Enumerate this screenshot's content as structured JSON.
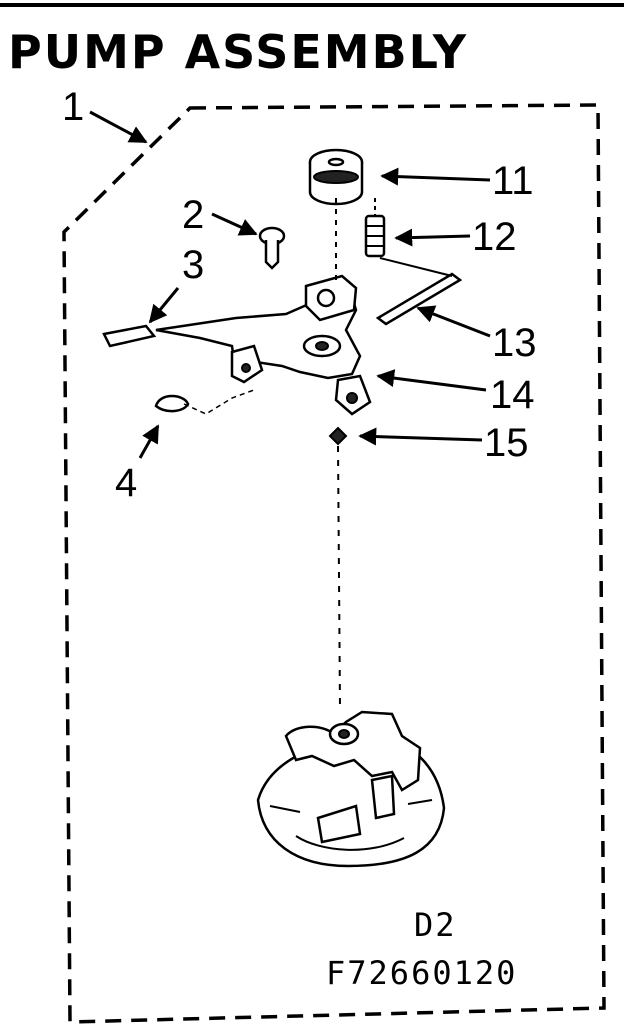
{
  "diagram": {
    "title": "PUMP ASSEMBLY",
    "callouts": {
      "c1": "1",
      "c2": "2",
      "c3": "3",
      "c4": "4",
      "c11": "11",
      "c12": "12",
      "c13": "13",
      "c14": "14",
      "c15": "15"
    },
    "figure_id": "D2",
    "part_code": "F72660120"
  }
}
